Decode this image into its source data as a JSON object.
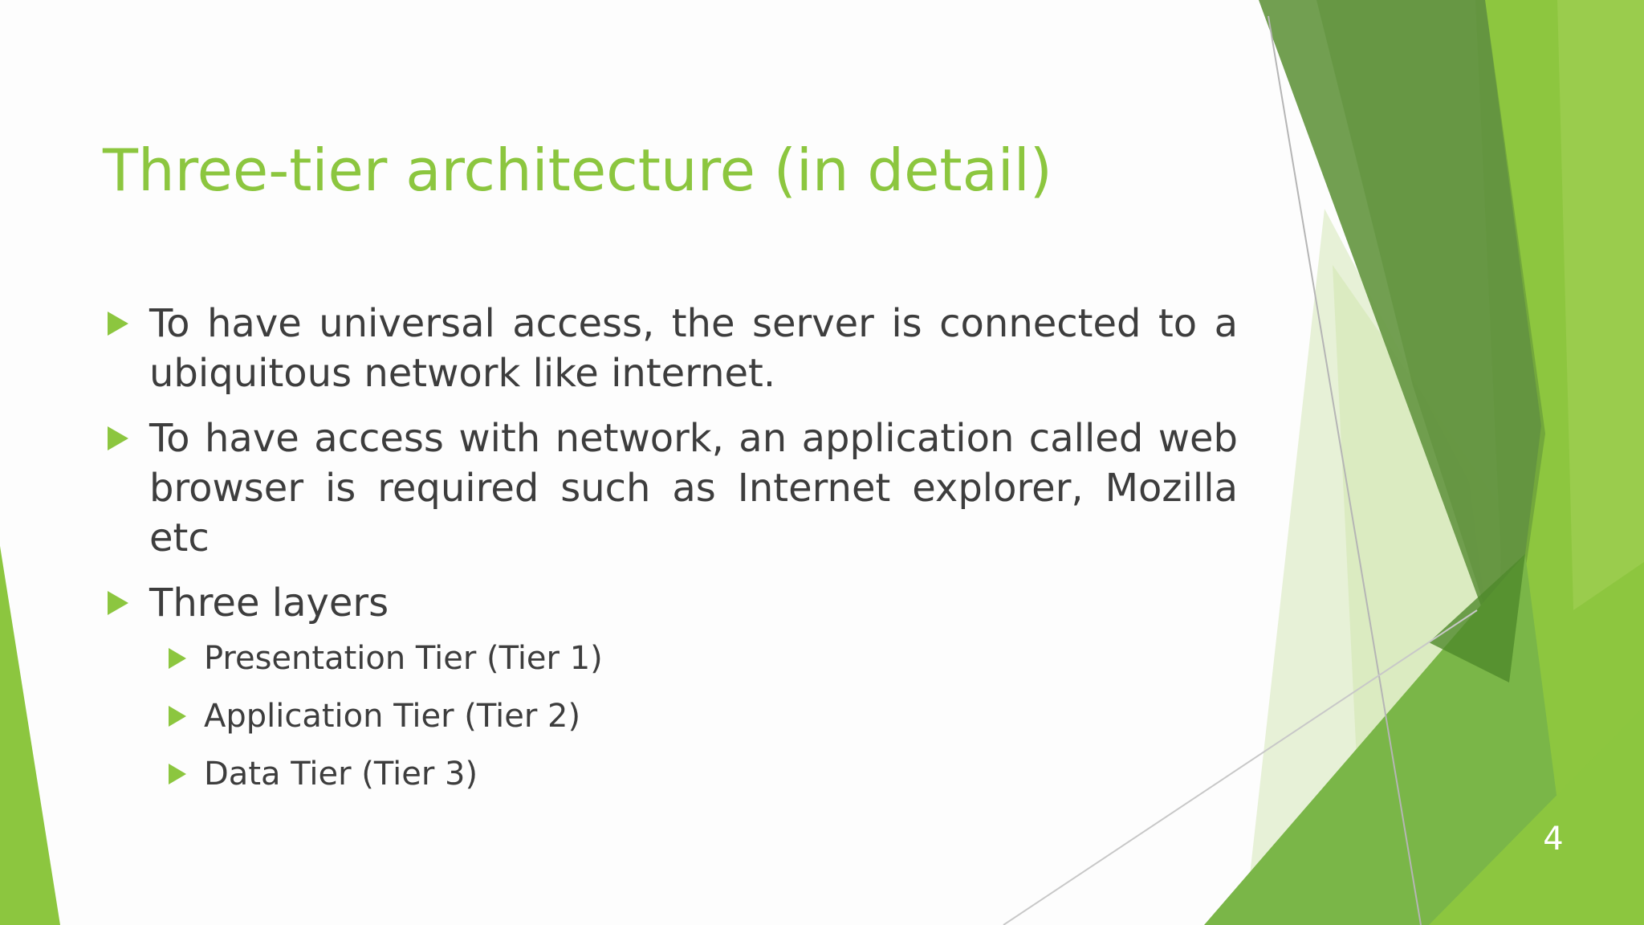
{
  "slide": {
    "title": "Three-tier architecture (in detail)",
    "bullets": [
      "To have universal access, the server is connected to a ubiquitous network like internet.",
      "To have access with network, an application called web browser is required such as Internet explorer, Mozilla etc",
      "Three layers"
    ],
    "sub_bullets": [
      "Presentation Tier (Tier 1)",
      "Application Tier (Tier 2)",
      "Data Tier (Tier 3)"
    ],
    "page_number": "4"
  },
  "theme": {
    "accent": "#8cc63f",
    "text": "#3d3d3d",
    "dark_green": "#5e8f3a",
    "mid_green": "#7ab648",
    "light_green": "#d6e8b8"
  }
}
